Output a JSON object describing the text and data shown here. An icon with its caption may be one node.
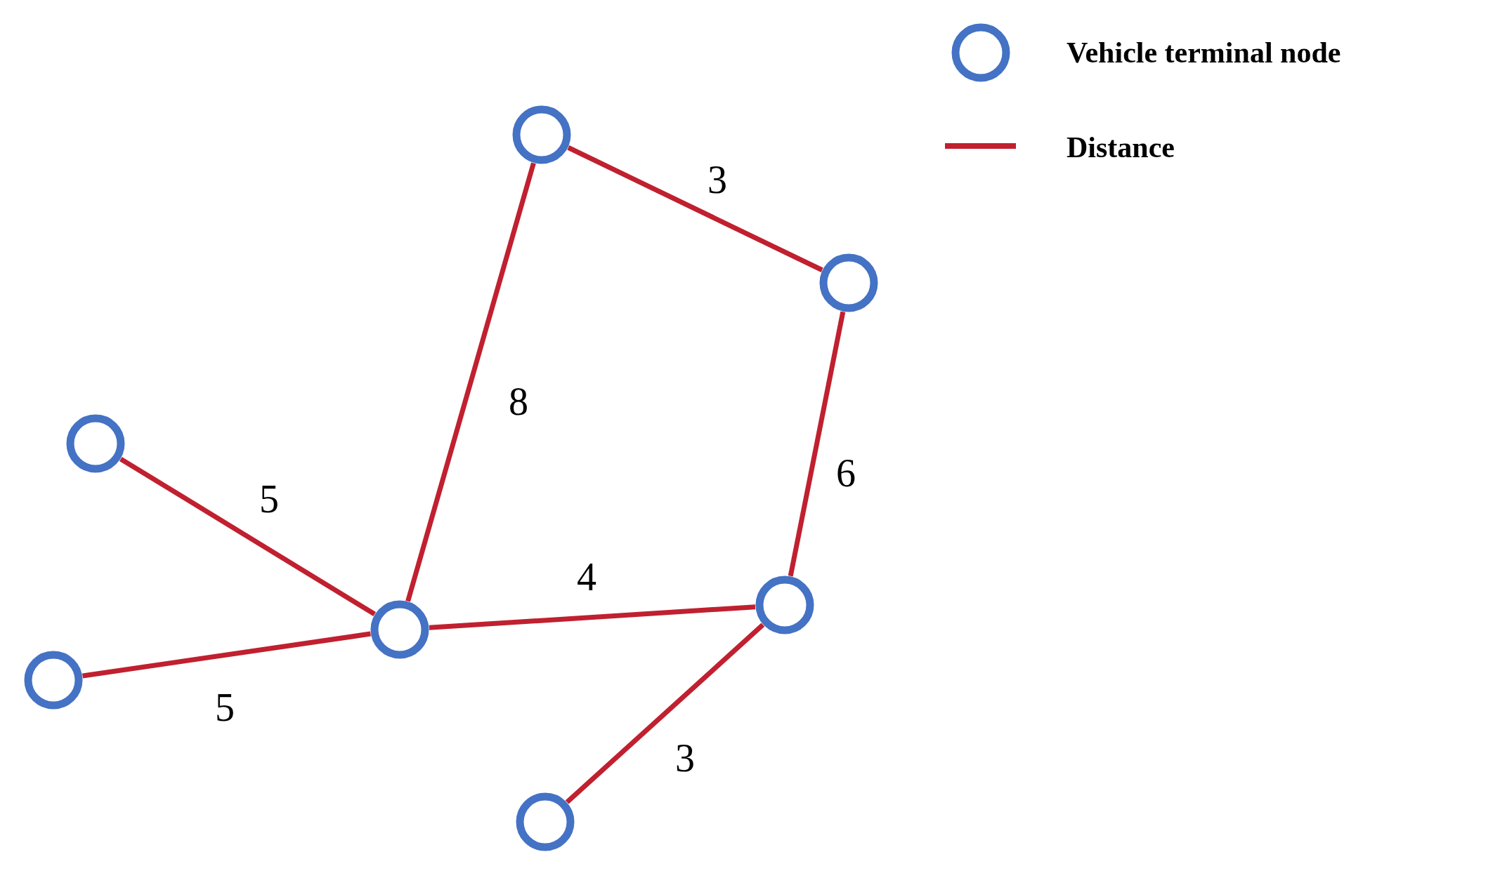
{
  "diagram": {
    "nodes": [
      {
        "text": [],
        "shape": "circle"
      },
      {
        "text": [],
        "shape": "circle"
      },
      {
        "text": [],
        "shape": "circle"
      },
      {
        "text": [],
        "shape": "circle"
      },
      {
        "text": [],
        "shape": "circle"
      },
      {
        "text": [],
        "shape": "circle"
      },
      {
        "text": [],
        "shape": "circle"
      }
    ],
    "edges": [
      {
        "from": 0,
        "to": 1,
        "arrow": "none",
        "label": "3"
      },
      {
        "from": 0,
        "to": 3,
        "arrow": "none",
        "label": "8"
      },
      {
        "from": 1,
        "to": 4,
        "arrow": "none",
        "label": "6"
      },
      {
        "from": 2,
        "to": 3,
        "arrow": "none",
        "label": "5"
      },
      {
        "from": 3,
        "to": 4,
        "arrow": "none",
        "label": "4"
      },
      {
        "from": 5,
        "to": 3,
        "arrow": "none",
        "label": "5"
      },
      {
        "from": 4,
        "to": 6,
        "arrow": "none",
        "label": "3"
      }
    ],
    "legend": [
      {
        "text": "Vehicle terminal node"
      },
      {
        "text": "Distance"
      }
    ]
  }
}
